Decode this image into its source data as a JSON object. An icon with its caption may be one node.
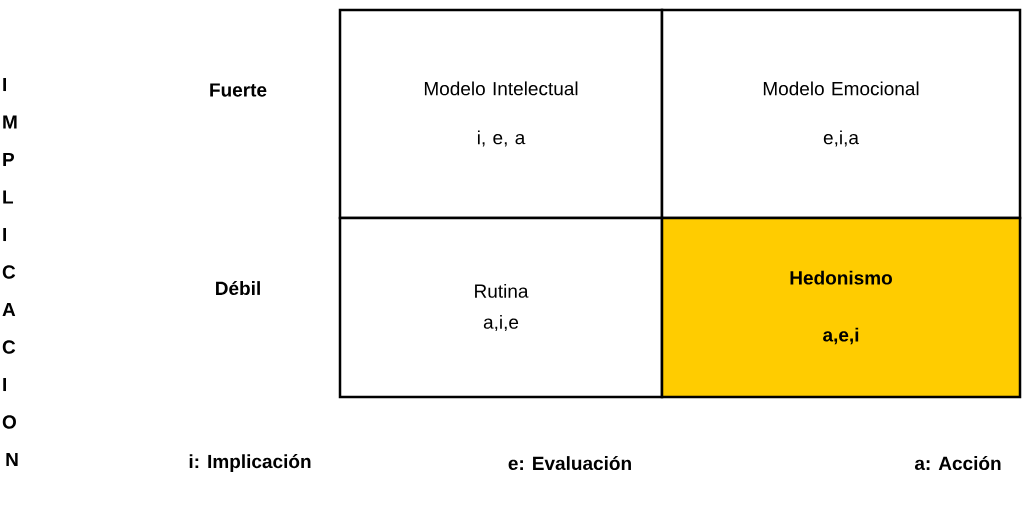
{
  "diagram": {
    "nodes": [
      {
        "text": [
          "Modelo Intelectual",
          "i, e, a"
        ]
      },
      {
        "text": [
          "Modelo Emocional",
          "e,i,a"
        ]
      },
      {
        "text": [
          "Rutina",
          "a,i,e"
        ]
      },
      {
        "text": [
          "Hedonismo",
          "a,e,i"
        ]
      }
    ],
    "labels": [
      "IMPLICACION",
      "Fuerte",
      "Débil",
      "i: Implicación",
      "e: Evaluación",
      "a: Acción"
    ]
  }
}
